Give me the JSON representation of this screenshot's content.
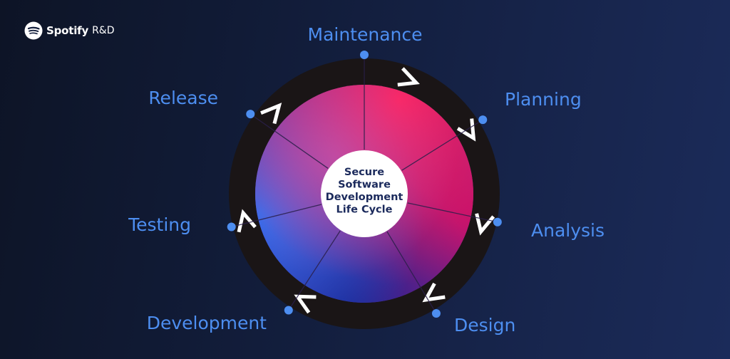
{
  "brand": {
    "name": "Spotify",
    "suffix": "R&D",
    "logo_icon": "spotify-icon"
  },
  "center": {
    "lines": [
      "Secure",
      "Software",
      "Development",
      "Life Cycle"
    ]
  },
  "phases": [
    "Maintenance",
    "Planning",
    "Analysis",
    "Design",
    "Development",
    "Testing",
    "Release"
  ],
  "colors": {
    "label": "#4d8ef0",
    "ring": "#1a1516",
    "disc_pink": "#ff1f5a",
    "disc_magenta": "#c2127a",
    "disc_blue": "#2a6ef0",
    "disc_navy": "#1a1f8a",
    "center_text": "#1b2a5c"
  }
}
